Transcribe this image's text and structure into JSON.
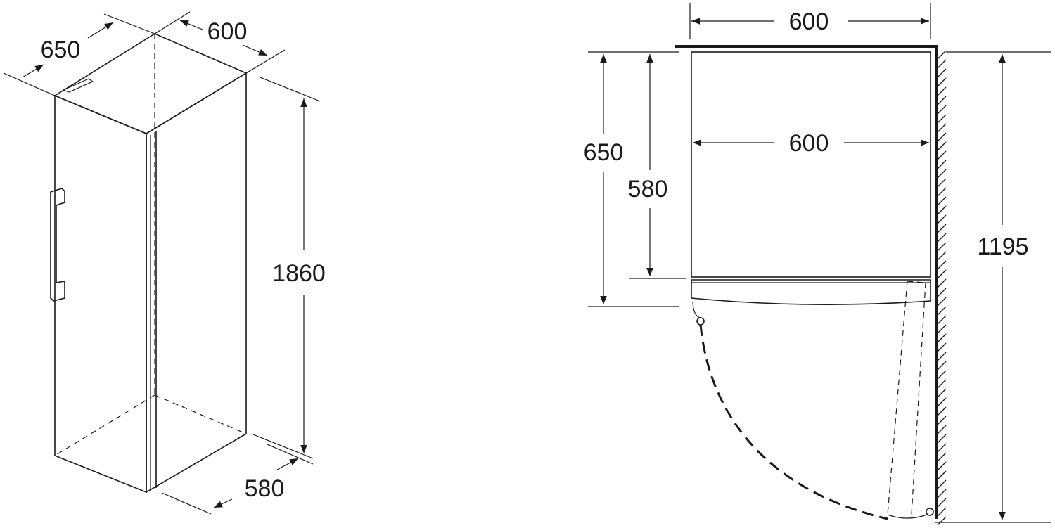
{
  "left_view": {
    "depth_label": "650",
    "width_label": "600",
    "height_label": "1860",
    "bottom_depth_label": "580"
  },
  "right_view": {
    "top_width_label": "600",
    "inner_width_label": "600",
    "depth_with_door_label": "650",
    "body_depth_label": "580",
    "door_swing_label": "1195"
  }
}
